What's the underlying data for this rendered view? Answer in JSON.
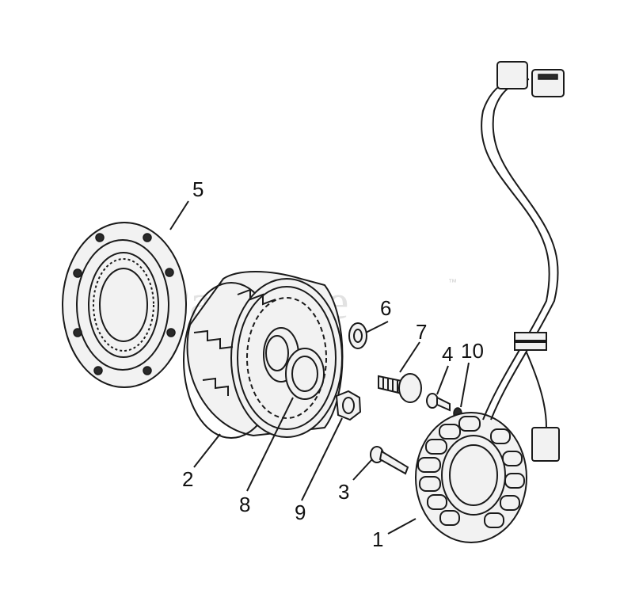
{
  "watermark": {
    "text": "PartsTree",
    "trademark": "™"
  },
  "callouts": [
    {
      "id": "1",
      "label": "1"
    },
    {
      "id": "2",
      "label": "2"
    },
    {
      "id": "3",
      "label": "3"
    },
    {
      "id": "4",
      "label": "4"
    },
    {
      "id": "5",
      "label": "5"
    },
    {
      "id": "6",
      "label": "6"
    },
    {
      "id": "7",
      "label": "7"
    },
    {
      "id": "8",
      "label": "8"
    },
    {
      "id": "9",
      "label": "9"
    },
    {
      "id": "10",
      "label": "10"
    }
  ]
}
